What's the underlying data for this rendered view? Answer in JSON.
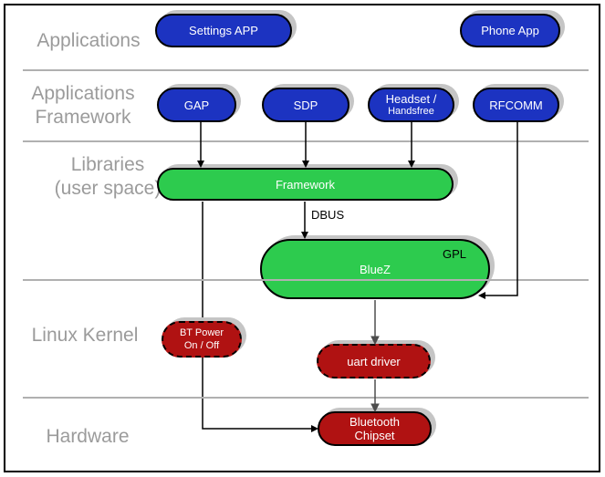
{
  "title": "Bluetooth software stack diagram",
  "colors": {
    "app_blue": "#1c33c1",
    "lib_green": "#2dcb4e",
    "kernel_red": "#b01212",
    "shadow_gray": "#c5c5c5",
    "divider_gray": "#b0b0b0",
    "label_gray": "#9b9b9b"
  },
  "layers": [
    {
      "id": "applications",
      "label_lines": [
        "Applications"
      ]
    },
    {
      "id": "applications-framework",
      "label_lines": [
        "Applications",
        "Framework"
      ]
    },
    {
      "id": "libraries-user-space",
      "label_lines": [
        "Libraries",
        "(user space)"
      ]
    },
    {
      "id": "linux-kernel",
      "label_lines": [
        "Linux Kernel"
      ]
    },
    {
      "id": "hardware",
      "label_lines": [
        "Hardware"
      ]
    }
  ],
  "nodes": {
    "settings_app": {
      "label": "Settings APP"
    },
    "phone_app": {
      "label": "Phone App"
    },
    "gap": {
      "label": "GAP"
    },
    "sdp": {
      "label": "SDP"
    },
    "headset": {
      "line1": "Headset /",
      "line2": "Handsfree"
    },
    "rfcomm": {
      "label": "RFCOMM"
    },
    "framework": {
      "label": "Framework"
    },
    "bluez": {
      "label": "BlueZ",
      "badge": "GPL"
    },
    "bt_power": {
      "line1": "BT Power",
      "line2": "On / Off"
    },
    "uart_driver": {
      "label": "uart driver"
    },
    "bluetooth_chipset": {
      "line1": "Bluetooth",
      "line2": "Chipset"
    }
  },
  "edges": {
    "dbus_label": "DBUS"
  }
}
